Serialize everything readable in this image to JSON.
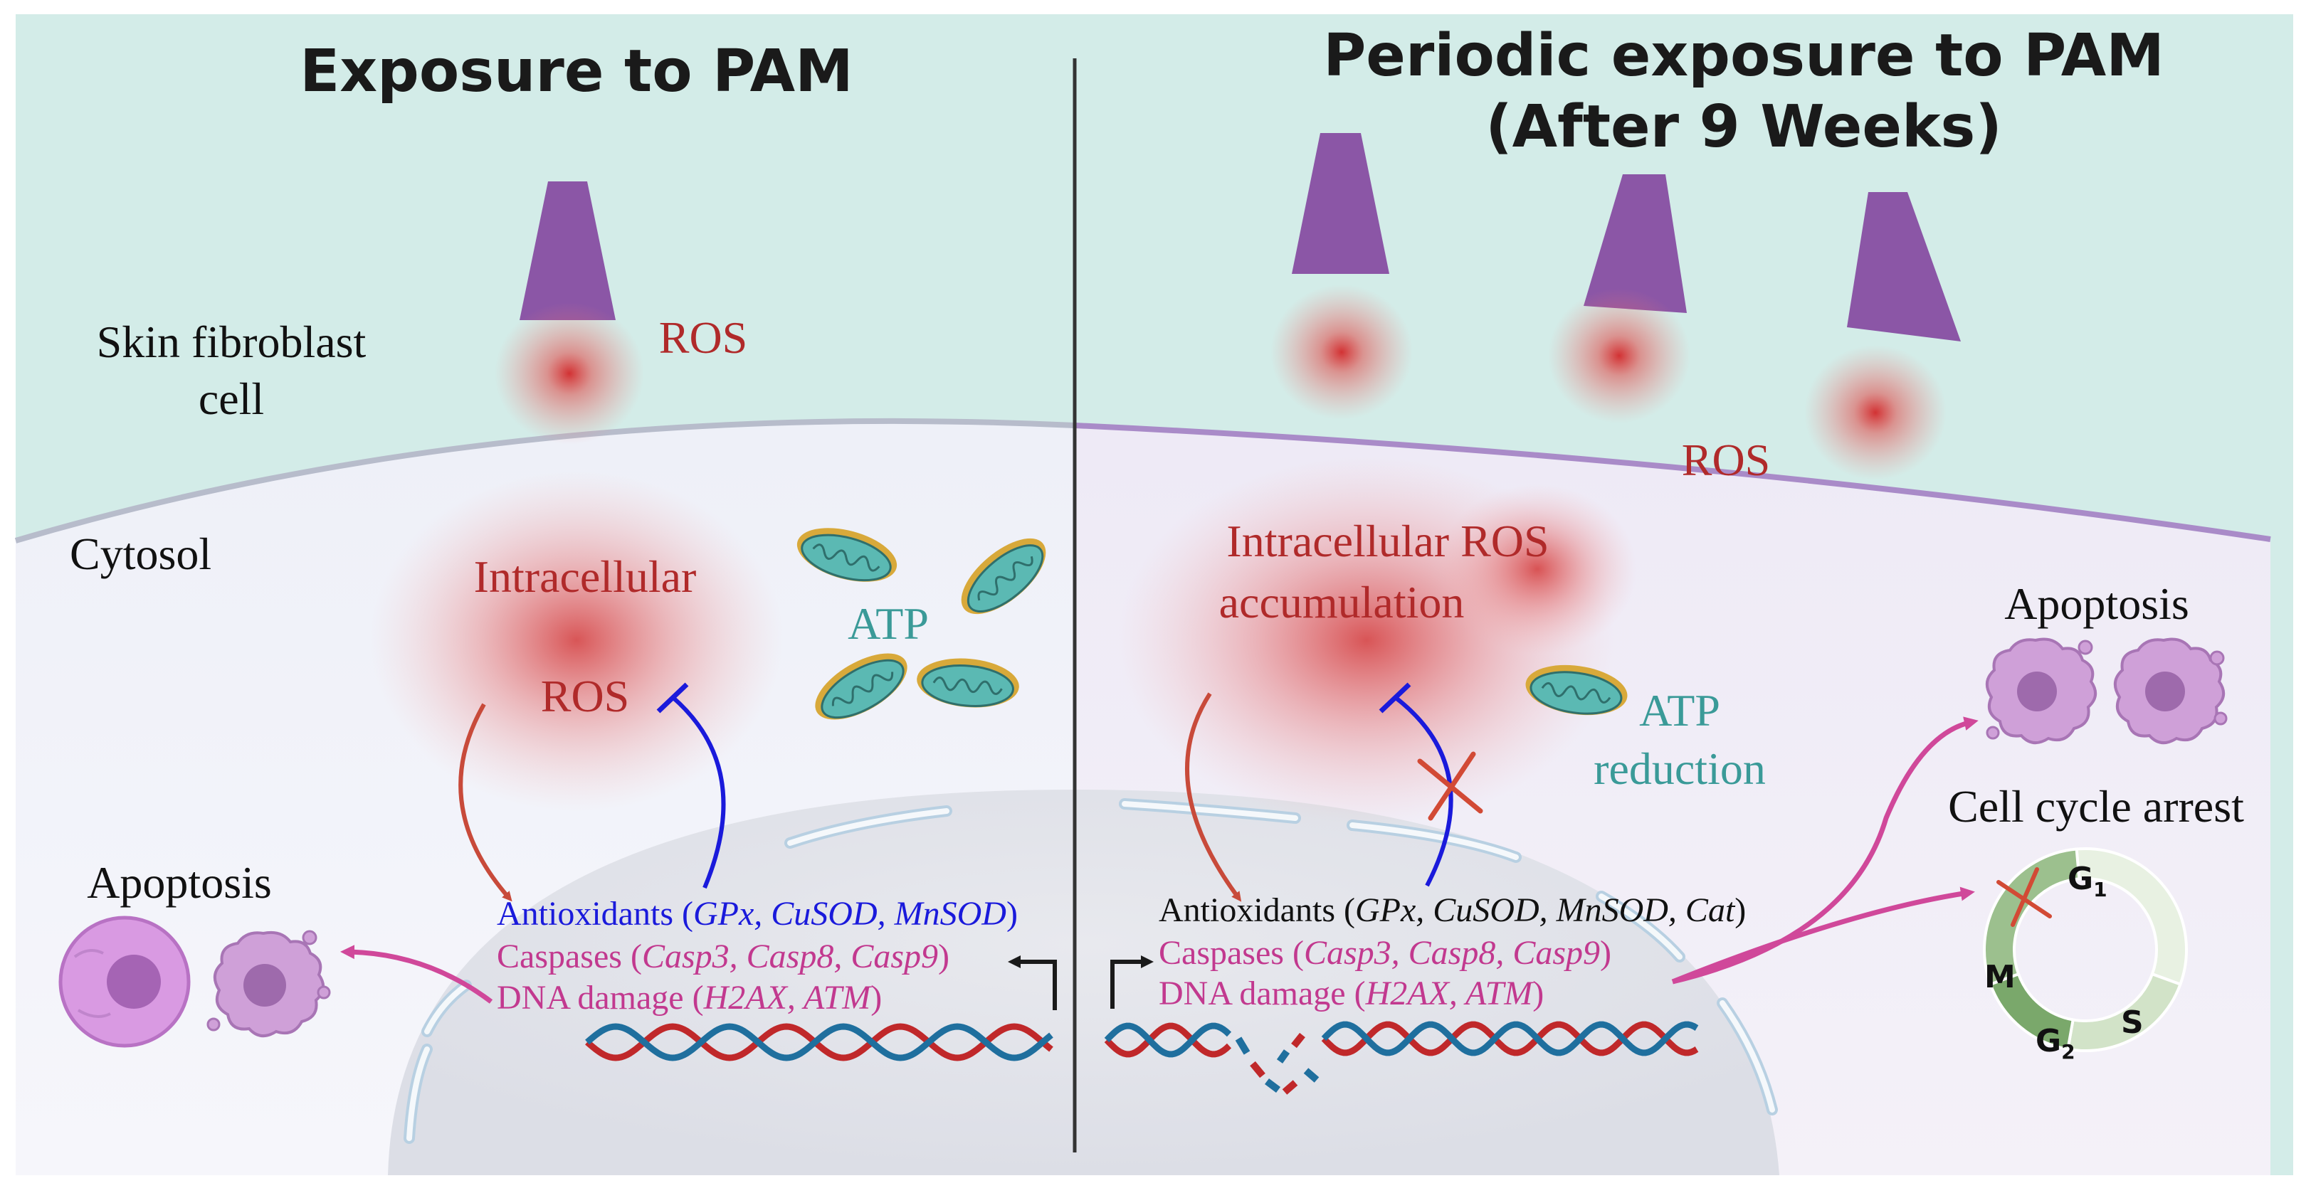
{
  "left": {
    "title": "Exposure to PAM",
    "cell_label_line1": "Skin fibroblast",
    "cell_label_line2": "cell",
    "ros_label": "ROS",
    "cytosol_label": "Cytosol",
    "intracellular_label": "Intracellular",
    "intracellular_ros_label": "ROS",
    "atp_label": "ATP",
    "apoptosis_label": "Apoptosis",
    "antioxidants_prefix": "Antioxidants (",
    "antioxidants_genes": "GPx, CuSOD, MnSOD",
    "antioxidants_suffix": ")",
    "caspases_prefix": "Caspases (",
    "caspases_genes": "Casp3, Casp8, Casp9",
    "caspases_suffix": ")",
    "dna_prefix": "DNA damage (",
    "dna_genes": "H2AX, ATM",
    "dna_suffix": ")"
  },
  "right": {
    "title_line1": "Periodic exposure to PAM",
    "title_line2": "(After 9 Weeks)",
    "ros_label": "ROS",
    "intracellular_line1": "Intracellular ROS",
    "intracellular_line2": "accumulation",
    "atp_line1": "ATP",
    "atp_line2": "reduction",
    "apoptosis_label": "Apoptosis",
    "cell_cycle_label": "Cell cycle arrest",
    "phase_g1": "G",
    "phase_g1_sub": "1",
    "phase_s": "S",
    "phase_g2": "G",
    "phase_g2_sub": "2",
    "phase_m": "M",
    "antioxidants_prefix": "Antioxidants (",
    "antioxidants_genes": "GPx, CuSOD, MnSOD, Cat",
    "antioxidants_suffix": ")",
    "caspases_prefix": "Caspases (",
    "caspases_genes": "Casp3, Casp8, Casp9",
    "caspases_suffix": ")",
    "dna_prefix": "DNA damage (",
    "dna_genes": "H2AX, ATM",
    "dna_suffix": ")"
  },
  "colors": {
    "background_top": "#d3ece8",
    "cytosol": "#f3f3fb",
    "nucleus": "#e2e4ea",
    "ros_red": "#b02a2a",
    "antioxidant_blue": "#1a1adb",
    "caspase_magenta": "#c2398f",
    "atp_teal": "#3a9a98",
    "plasma_purple": "#9668b8",
    "mito_teal": "#5bb9b3",
    "mito_gold": "#d8a93a",
    "dna_red": "#c0282a",
    "dna_blue": "#1f6f9e",
    "cycle_green": "#5e9450"
  }
}
